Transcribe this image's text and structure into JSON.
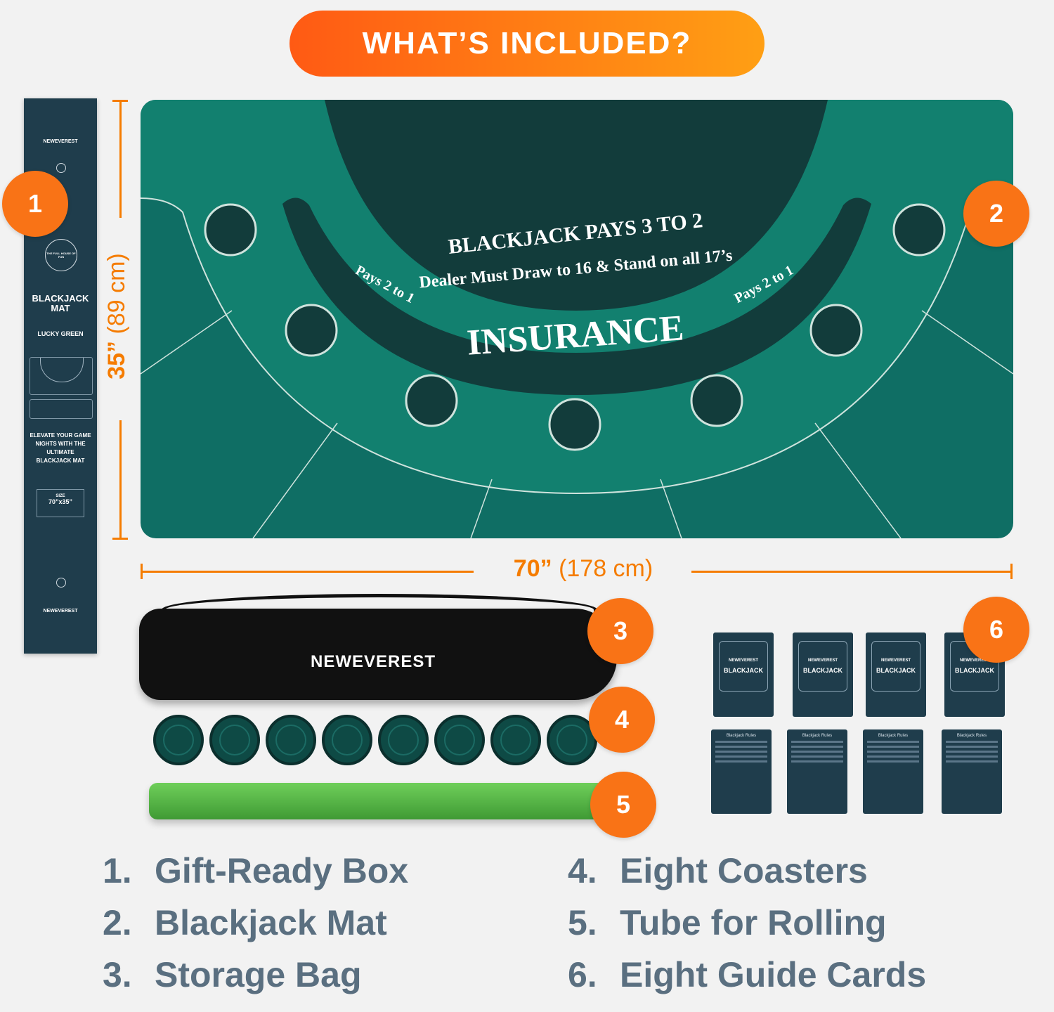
{
  "header": {
    "title": "WHAT’S INCLUDED?"
  },
  "badges": [
    "1",
    "2",
    "3",
    "4",
    "5",
    "6"
  ],
  "dimensions": {
    "height_main": "35”",
    "height_metric": "(89 cm)",
    "width_main": "70”",
    "width_metric": "(178 cm)"
  },
  "mat": {
    "line1": "BLACKJACK PAYS 3 TO 2",
    "line2": "Dealer Must Draw to 16 & Stand on all 17’s",
    "insurance": "INSURANCE",
    "pays_left": "Pays 2 to 1",
    "pays_right": "Pays 2 to 1"
  },
  "box": {
    "brand": "NEWEVEREST",
    "title": "BLACKJACK MAT",
    "subtitle": "LUCKY GREEN",
    "tagline": "ELEVATE YOUR GAME NIGHTS WITH THE ULTIMATE BLACKJACK MAT",
    "size_label": "SIZE",
    "size_value": "70”x35”",
    "seal": "THE FULL HOUSE OF FUN"
  },
  "bag": {
    "brand": "NEWEVEREST"
  },
  "cards": {
    "brand": "NEWEVEREST",
    "label": "BLACKJACK",
    "rules_title": "Blackjack Rules"
  },
  "items": [
    {
      "num": "1.",
      "label": "Gift-Ready Box"
    },
    {
      "num": "2.",
      "label": "Blackjack Mat"
    },
    {
      "num": "3.",
      "label": "Storage Bag"
    },
    {
      "num": "4.",
      "label": "Eight Coasters"
    },
    {
      "num": "5.",
      "label": "Tube for Rolling"
    },
    {
      "num": "6.",
      "label": "Eight Guide Cards"
    }
  ],
  "colors": {
    "accent": "#f97316",
    "felt": "#0f7065",
    "felt_dark": "#113d3b",
    "text": "#5a6f80",
    "box": "#1f3d4c"
  }
}
